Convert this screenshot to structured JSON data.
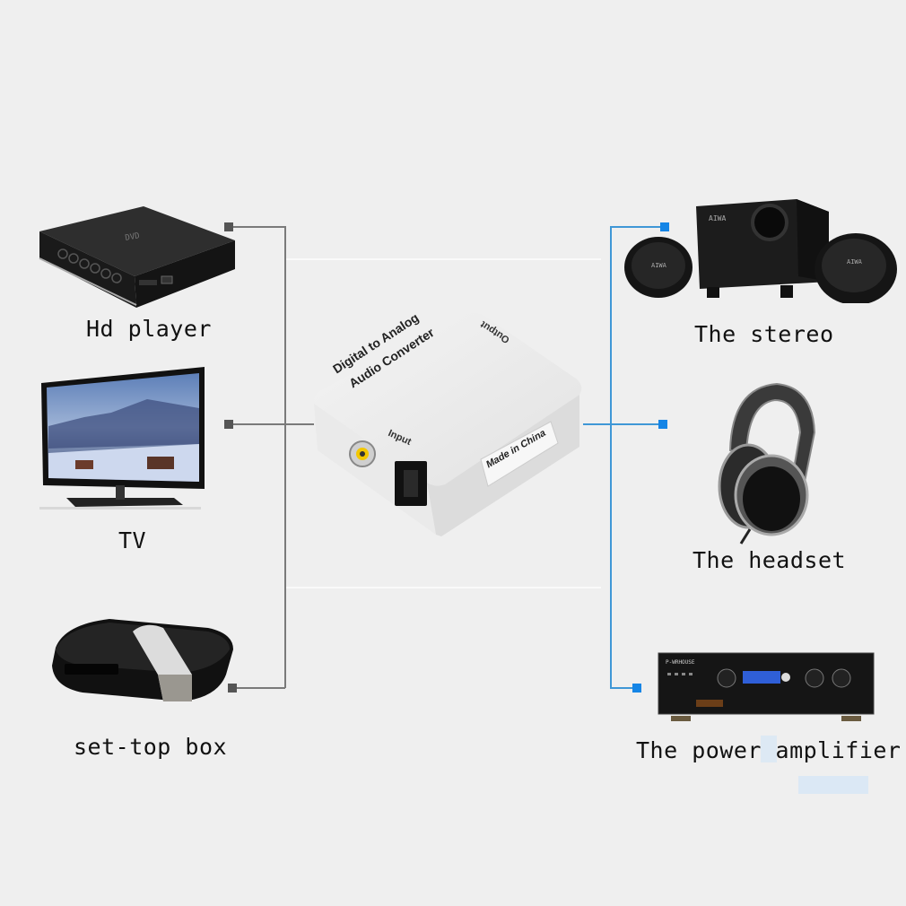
{
  "center_device": {
    "top_text_line1": "Digital to Analog",
    "top_text_line2": "Audio Converter",
    "output_label": "Output",
    "input_label": "Input",
    "side_sticker": "Made in China"
  },
  "sources": [
    {
      "label": "Hd player",
      "icon": "hd-player-icon"
    },
    {
      "label": "TV",
      "icon": "tv-icon"
    },
    {
      "label": "set-top box",
      "icon": "set-top-box-icon"
    }
  ],
  "outputs": [
    {
      "label": "The stereo",
      "icon": "stereo-speakers-icon"
    },
    {
      "label": "The headset",
      "icon": "headphones-icon"
    },
    {
      "label": "The power amplifier",
      "icon": "power-amplifier-icon"
    }
  ],
  "colors": {
    "background": "#efefef",
    "source_line": "#7a7a7a",
    "source_node": "#555555",
    "output_line": "#3f97d6",
    "output_node": "#1585e6"
  }
}
